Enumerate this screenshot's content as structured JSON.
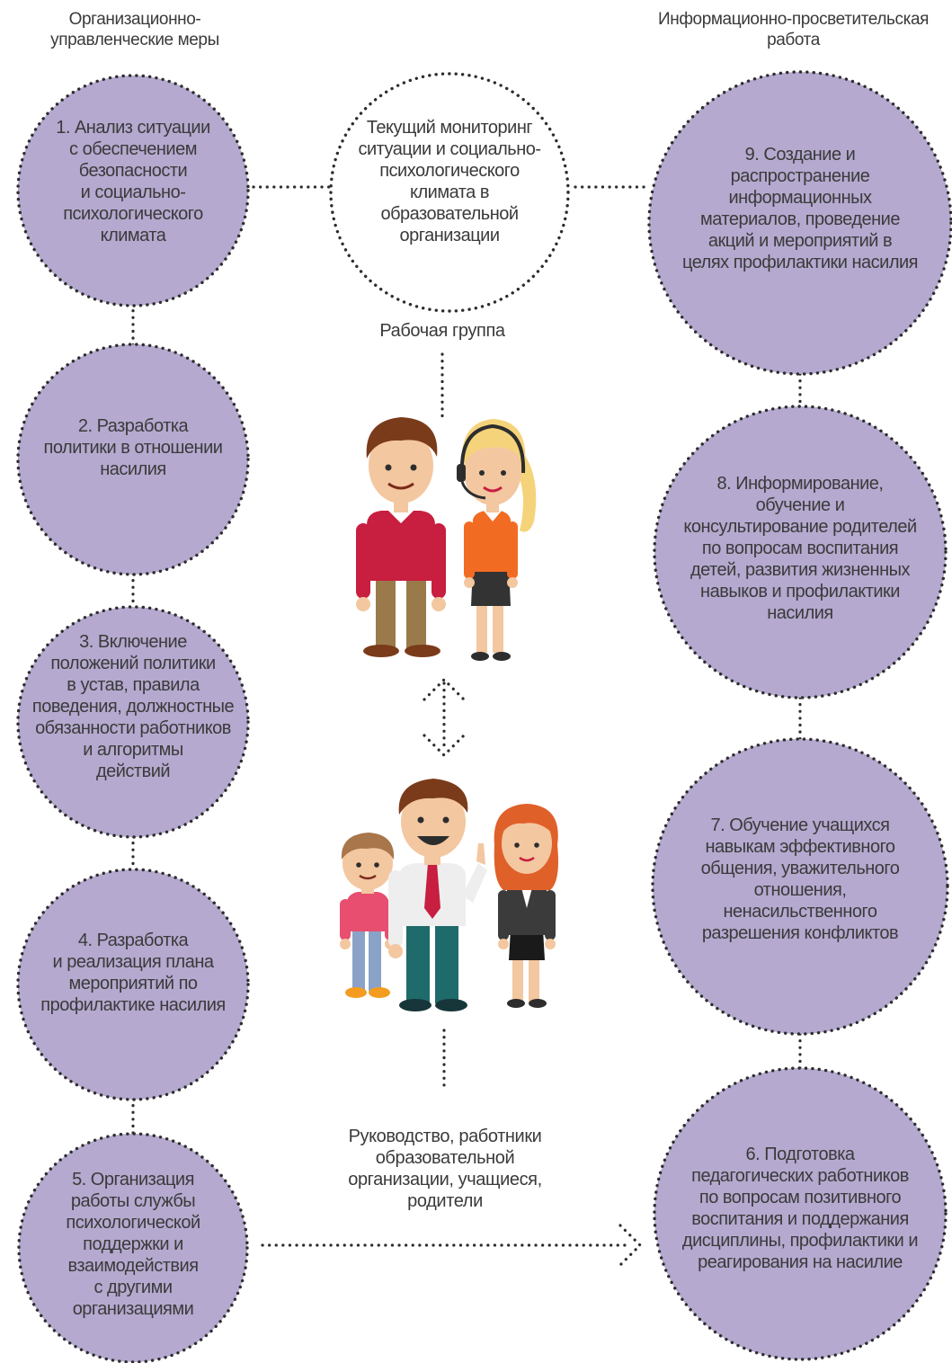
{
  "headers": {
    "left": "Организационно-\nуправленческие меры",
    "right": "Информационно-просветительская\nработа"
  },
  "left_steps": [
    "1. Анализ ситуации\nс обеспечением\nбезопасности\nи социально-\nпсихологического\nклимата",
    "2. Разработка\nполитики в отношении\nнасилия",
    "3. Включение\nположений политики\nв устав, правила\nповедения, должностные\nобязанности работников\nи алгоритмы\nдействий",
    "4. Разработка\nи реализация плана\nмероприятий по\nпрофилактике насилия",
    "5. Организация\nработы службы\nпсихологической\nподдержки и\nвзаимодействия\nс другими\nорганизациями"
  ],
  "right_steps": [
    "9. Создание и\nраспространение\nинформационных\nматериалов, проведение\nакций и мероприятий в\nцелях профилактики насилия",
    "8. Информирование,\nобучение и\nконсультирование родителей\nпо вопросам воспитания\nдетей, развития жизненных\nнавыков и профилактики\nнасилия",
    "7. Обучение учащихся\nнавыкам эффективного\nобщения, уважительного\nотношения,\nненасильственного\nразрешения конфликтов",
    "6. Подготовка\nпедагогических работников\nпо вопросам позитивного\nвоспитания и поддержания\nдисциплины, профилактики и\nреагирования на насилие"
  ],
  "center": {
    "monitoring": "Текущий мониторинг\nситуации и социально-\nпсихологического\nклимата в\nобразовательной\nорганизации",
    "working_group": "Рабочая группа",
    "stakeholders": "Руководство, работники\nобразовательной\nорганизации, учащиеся,\nродители"
  },
  "colors": {
    "circle_fill": "#b5a9cf",
    "dot": "#2d2d2d",
    "text": "#3a3a3a",
    "red_sweater": "#c81e3f",
    "orange_top": "#f26b22",
    "pink_shirt": "#e84e6f",
    "teal_pants": "#1f6b6b",
    "dark_jacket": "#3b3b3b"
  },
  "icons": {
    "working_group": [
      "man-figure-icon",
      "woman-headset-figure-icon"
    ],
    "stakeholders": [
      "boy-figure-icon",
      "man-tie-figure-icon",
      "woman-redhair-figure-icon"
    ]
  }
}
